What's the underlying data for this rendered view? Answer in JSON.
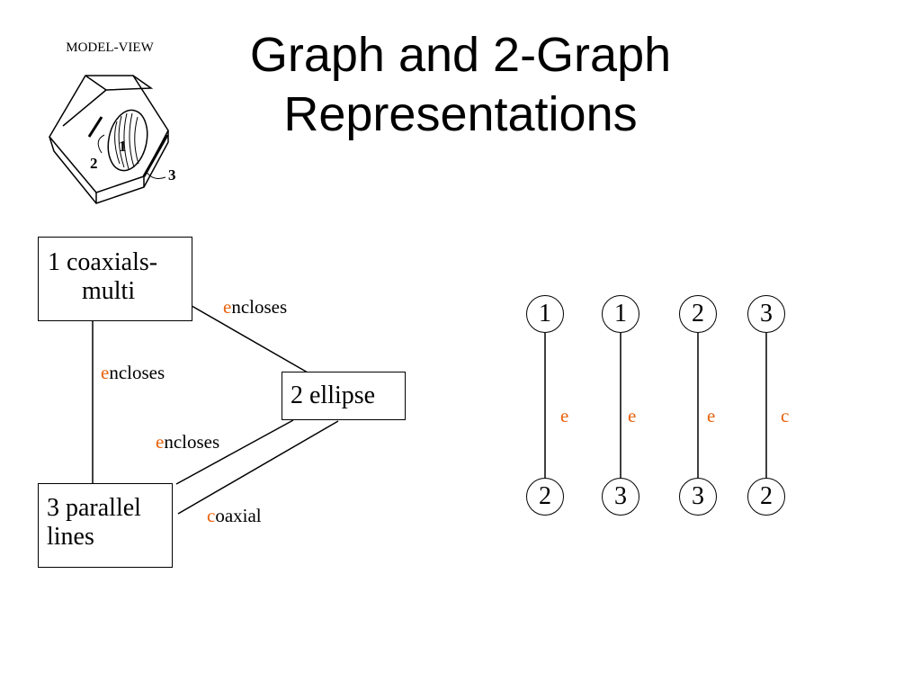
{
  "title": {
    "line1": "Graph and 2-Graph",
    "line2": "Representations"
  },
  "model_view": {
    "label": "MODEL-VIEW",
    "callouts": [
      "1",
      "2",
      "3"
    ]
  },
  "graph": {
    "nodes": [
      {
        "id": "n1",
        "lines": [
          "1 coaxials-",
          "multi"
        ]
      },
      {
        "id": "n2",
        "lines": [
          "2 ellipse"
        ]
      },
      {
        "id": "n3",
        "lines": [
          "3 parallel",
          "lines"
        ]
      }
    ],
    "edges": [
      {
        "first": "e",
        "rest": "ncloses"
      },
      {
        "first": "e",
        "rest": "ncloses"
      },
      {
        "first": "e",
        "rest": "ncloses"
      },
      {
        "first": "c",
        "rest": "oaxial"
      }
    ]
  },
  "two_graph": {
    "pairs": [
      {
        "top": "1",
        "bottom": "2",
        "label": "e"
      },
      {
        "top": "1",
        "bottom": "3",
        "label": "e"
      },
      {
        "top": "2",
        "bottom": "3",
        "label": "e"
      },
      {
        "top": "3",
        "bottom": "2",
        "label": "c"
      }
    ]
  },
  "colors": {
    "relation_initial": "#e8620c",
    "stroke": "#000000"
  }
}
